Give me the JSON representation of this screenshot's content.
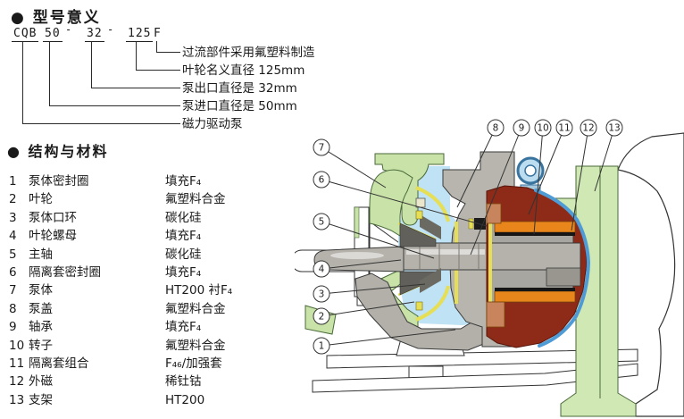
{
  "model_section": {
    "title": "● 型号意义",
    "code": {
      "series": "CQB",
      "inlet": "50",
      "sep1": "-",
      "outlet": "32",
      "sep2": "-",
      "impeller": "125",
      "material": "F"
    },
    "labels": {
      "material": "过流部件采用氟塑料制造",
      "impeller": "叶轮名义直径 125mm",
      "outlet": "泵出口直径是 32mm",
      "inlet": "泵进口直径是 50mm",
      "series": "磁力驱动泵"
    }
  },
  "parts_section": {
    "title": "● 结构与材料",
    "rows": [
      {
        "no": "1",
        "name": "泵体密封圈",
        "material": "填充F₄"
      },
      {
        "no": "2",
        "name": "叶轮",
        "material": "氟塑料合金"
      },
      {
        "no": "3",
        "name": "泵体口环",
        "material": "碳化硅"
      },
      {
        "no": "4",
        "name": "叶轮螺母",
        "material": "填充F₄"
      },
      {
        "no": "5",
        "name": "主轴",
        "material": "碳化硅"
      },
      {
        "no": "6",
        "name": "隔离套密封圈",
        "material": "填充F₄"
      },
      {
        "no": "7",
        "name": "泵体",
        "material": "HT200 衬F₄"
      },
      {
        "no": "8",
        "name": "泵盖",
        "material": "氟塑料合金"
      },
      {
        "no": "9",
        "name": "轴承",
        "material": "填充F₄"
      },
      {
        "no": "10",
        "name": "转子",
        "material": "氟塑料合金"
      },
      {
        "no": "11",
        "name": "隔离套组合",
        "material": "F₄₆/加强套"
      },
      {
        "no": "12",
        "name": "外磁",
        "material": "稀钍钴"
      },
      {
        "no": "13",
        "name": "支架",
        "material": "HT200"
      }
    ]
  },
  "diagram": {
    "callouts": [
      "1",
      "2",
      "3",
      "4",
      "5",
      "6",
      "7",
      "8",
      "9",
      "10",
      "11",
      "12",
      "13"
    ],
    "colors": {
      "casing_green": "#c8e2a8",
      "bracket_green": "#cfe8b4",
      "fluid_blue": "#bfe2f4",
      "isolation_shell_blue": "#4f9bd6",
      "outer_magnet_maroon": "#8e2a18",
      "inner_magnet_orange": "#e8861c",
      "impeller_yellow": "#e6df55",
      "metal_gray": "#b4b2aa"
    }
  }
}
